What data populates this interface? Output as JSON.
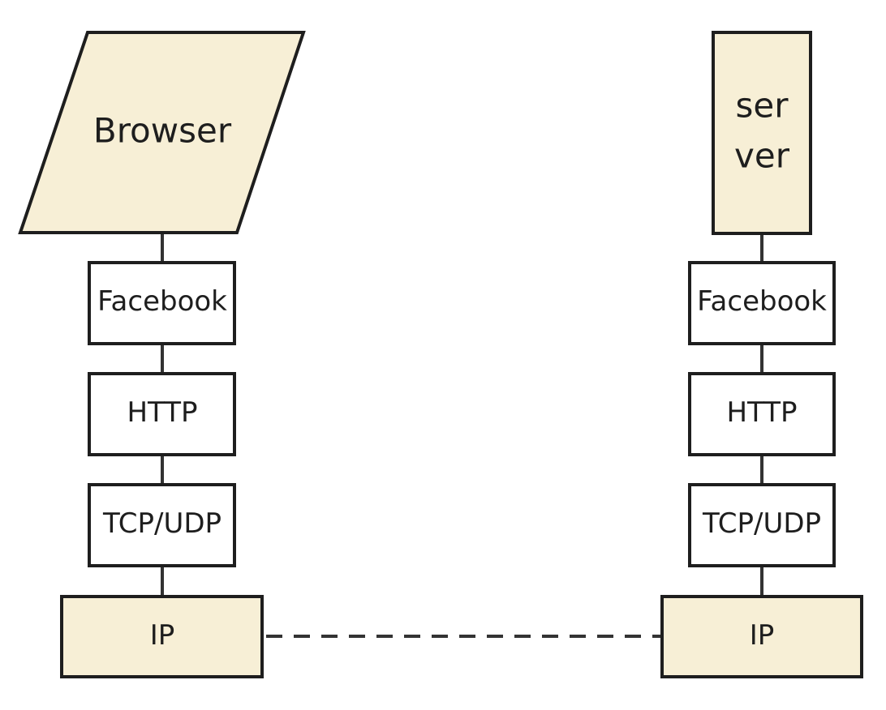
{
  "colors": {
    "accent_fill": "#f7efd6",
    "plain_fill": "#ffffff",
    "stroke": "#1e1e1e",
    "connector": "#333333"
  },
  "left_stack": {
    "endpoint": {
      "label": "Browser",
      "shape": "parallelogram"
    },
    "layers": [
      {
        "label": "Facebook"
      },
      {
        "label": "HTTP"
      },
      {
        "label": "TCP/UDP"
      },
      {
        "label": "IP"
      }
    ]
  },
  "right_stack": {
    "endpoint": {
      "label_line1": "ser",
      "label_line2": "ver",
      "shape": "rectangle"
    },
    "layers": [
      {
        "label": "Facebook"
      },
      {
        "label": "HTTP"
      },
      {
        "label": "TCP/UDP"
      },
      {
        "label": "IP"
      }
    ]
  },
  "link": {
    "style": "dashed",
    "between": "IP-IP"
  }
}
